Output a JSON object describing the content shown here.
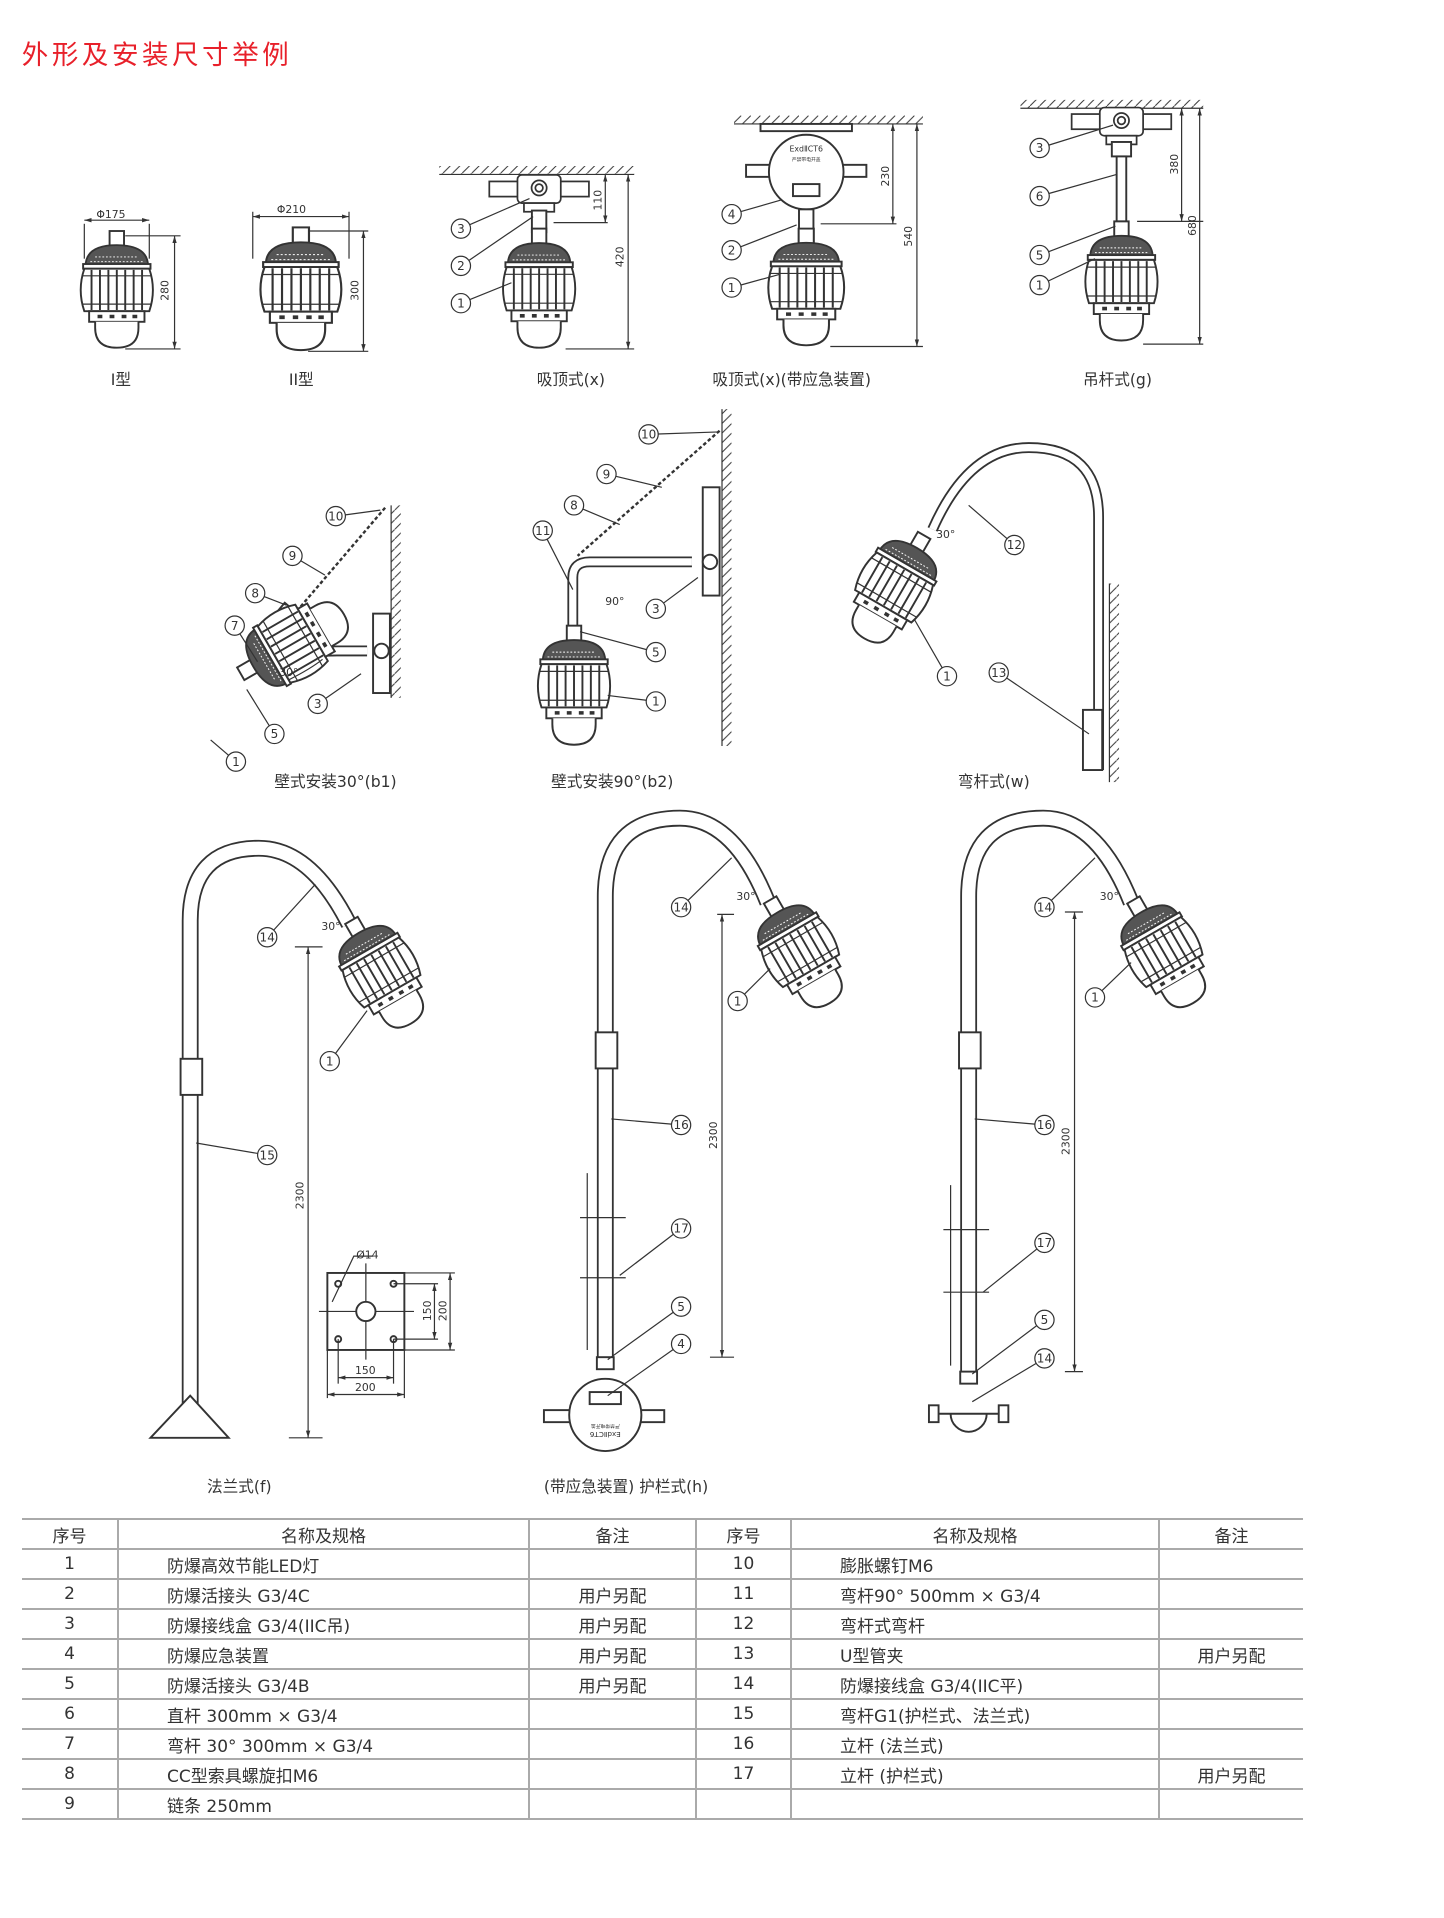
{
  "title": "外形及安装尺寸举例",
  "colors": {
    "title": "#e8202a",
    "line": "#333333",
    "table_rule": "#aaaaaa"
  },
  "diagrams": {
    "type1": {
      "caption": "I型",
      "dims": [
        "Φ175",
        "280"
      ]
    },
    "type2": {
      "caption": "II型",
      "dims": [
        "Φ210",
        "300"
      ]
    },
    "ceiling": {
      "caption": "吸顶式(x)",
      "dims": [
        "110",
        "420"
      ],
      "callouts": [
        "3",
        "2",
        "1"
      ]
    },
    "ceiling_emergency": {
      "caption": "吸顶式(x)(带应急装置)",
      "dims": [
        "230",
        "540"
      ],
      "callouts": [
        "4",
        "2",
        "1"
      ],
      "box_text": [
        "ExdⅡCT6",
        "严禁带电开盖"
      ]
    },
    "pendant": {
      "caption": "吊杆式(g)",
      "dims": [
        "380",
        "680"
      ],
      "callouts": [
        "3",
        "6",
        "5",
        "1"
      ]
    },
    "wall30": {
      "caption": "壁式安装30°(b1)",
      "angle": "30°",
      "callouts": [
        "10",
        "9",
        "8",
        "7",
        "5",
        "3",
        "1"
      ]
    },
    "wall90": {
      "caption": "壁式安装90°(b2)",
      "angle": "90°",
      "callouts": [
        "10",
        "9",
        "8",
        "11",
        "3",
        "5",
        "1"
      ]
    },
    "bent_pole": {
      "caption": "弯杆式(w)",
      "angle": "30°",
      "callouts": [
        "12",
        "1",
        "13"
      ]
    },
    "flange": {
      "caption": "法兰式(f)",
      "angle": "30°",
      "dims": [
        "2300"
      ],
      "callouts": [
        "14",
        "1",
        "15"
      ],
      "detail_dims": [
        "Ø14",
        "150",
        "200",
        "150",
        "200"
      ]
    },
    "guardrail_emergency": {
      "caption": "(带应急装置) 护栏式(h)",
      "angle": "30°",
      "dims": [
        "2300"
      ],
      "callouts": [
        "14",
        "1",
        "16",
        "17",
        "5",
        "4"
      ],
      "box_text": [
        "ExdⅡCT6",
        "严禁带电开盖"
      ]
    },
    "guardrail": {
      "angle": "30°",
      "dims": [
        "2300"
      ],
      "callouts": [
        "14",
        "1",
        "16",
        "17",
        "5",
        "14"
      ]
    }
  },
  "table": {
    "headers": [
      "序号",
      "名称及规格",
      "备注",
      "序号",
      "名称及规格",
      "备注"
    ],
    "rows": [
      {
        "no": "1",
        "name": "防爆高效节能LED灯",
        "note": "",
        "no2": "10",
        "name2": "膨胀螺钉M6",
        "note2": ""
      },
      {
        "no": "2",
        "name": "防爆活接头 G3/4C",
        "note": "用户另配",
        "no2": "11",
        "name2": "弯杆90°  500mm × G3/4",
        "note2": ""
      },
      {
        "no": "3",
        "name": "防爆接线盒 G3/4(IIC吊)",
        "note": "用户另配",
        "no2": "12",
        "name2": "弯杆式弯杆",
        "note2": ""
      },
      {
        "no": "4",
        "name": "防爆应急装置",
        "note": "用户另配",
        "no2": "13",
        "name2": "U型管夹",
        "note2": "用户另配"
      },
      {
        "no": "5",
        "name": "防爆活接头  G3/4B",
        "note": "用户另配",
        "no2": "14",
        "name2": "防爆接线盒 G3/4(IIC平)",
        "note2": ""
      },
      {
        "no": "6",
        "name": "直杆 300mm × G3/4",
        "note": "",
        "no2": "15",
        "name2": "弯杆G1(护栏式、法兰式)",
        "note2": ""
      },
      {
        "no": "7",
        "name": "弯杆 30°  300mm × G3/4",
        "note": "",
        "no2": "16",
        "name2": "立杆 (法兰式)",
        "note2": ""
      },
      {
        "no": "8",
        "name": "CC型索具螺旋扣M6",
        "note": "",
        "no2": "17",
        "name2": "立杆 (护栏式)",
        "note2": "用户另配"
      },
      {
        "no": "9",
        "name": "链条 250mm",
        "note": "",
        "no2": "",
        "name2": "",
        "note2": ""
      }
    ]
  }
}
